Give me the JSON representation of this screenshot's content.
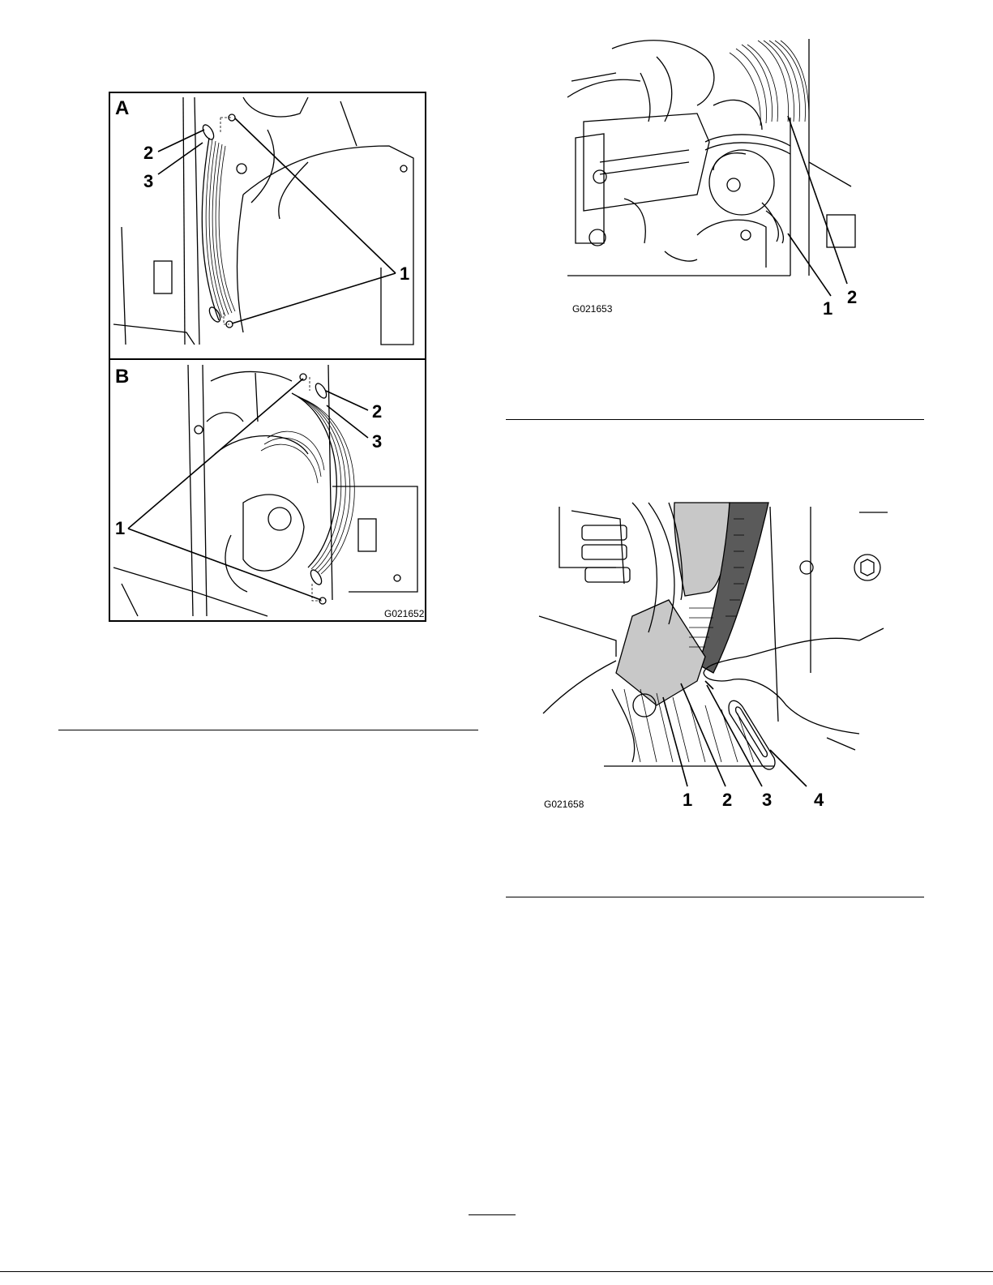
{
  "figure_left": {
    "panel_a": {
      "letter": "A",
      "callouts": [
        "1",
        "2",
        "3"
      ]
    },
    "panel_b": {
      "letter": "B",
      "callouts": [
        "1",
        "2",
        "3"
      ]
    },
    "code": "G021652"
  },
  "figure_right_top": {
    "callouts": [
      "1",
      "2"
    ],
    "code": "G021653"
  },
  "figure_right_bottom": {
    "callouts": [
      "1",
      "2",
      "3",
      "4"
    ],
    "code": "G021658"
  }
}
